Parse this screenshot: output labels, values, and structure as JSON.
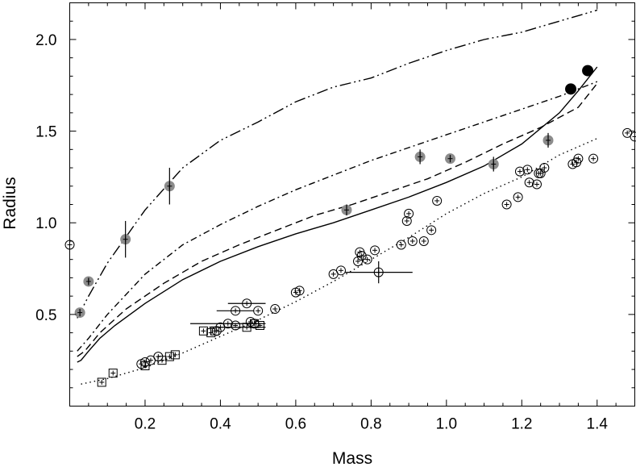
{
  "chart_data": {
    "type": "scatter",
    "title": "",
    "xlabel": "Mass",
    "ylabel": "Radius",
    "xlim": [
      0.0,
      1.5
    ],
    "ylim": [
      0.0,
      2.2
    ],
    "x_ticks": [
      0.2,
      0.4,
      0.6,
      0.8,
      1.0,
      1.2,
      1.4
    ],
    "x_tick_labels": [
      "0.2",
      "0.4",
      "0.6",
      "0.8",
      "1.0",
      "1.2",
      "1.4"
    ],
    "y_ticks": [
      0.5,
      1.0,
      1.5,
      2.0
    ],
    "y_tick_labels": [
      "0.5",
      "1.0",
      "1.5",
      "2.0"
    ],
    "grid": false,
    "legend": "none",
    "colors": {
      "ink": "#000000",
      "gray_marker": "#8c8c8c"
    },
    "curves": [
      {
        "style": "solid",
        "points": [
          [
            0.02,
            0.24
          ],
          [
            0.03,
            0.25
          ],
          [
            0.05,
            0.3
          ],
          [
            0.08,
            0.37
          ],
          [
            0.12,
            0.44
          ],
          [
            0.2,
            0.56
          ],
          [
            0.3,
            0.69
          ],
          [
            0.4,
            0.79
          ],
          [
            0.5,
            0.87
          ],
          [
            0.6,
            0.94
          ],
          [
            0.7,
            1.0
          ],
          [
            0.8,
            1.07
          ],
          [
            0.9,
            1.14
          ],
          [
            1.0,
            1.22
          ],
          [
            1.1,
            1.31
          ],
          [
            1.2,
            1.43
          ],
          [
            1.3,
            1.6
          ],
          [
            1.35,
            1.72
          ],
          [
            1.4,
            1.85
          ]
        ]
      },
      {
        "style": "dashed",
        "points": [
          [
            0.02,
            0.27
          ],
          [
            0.04,
            0.3
          ],
          [
            0.08,
            0.4
          ],
          [
            0.15,
            0.53
          ],
          [
            0.25,
            0.67
          ],
          [
            0.35,
            0.79
          ],
          [
            0.45,
            0.88
          ],
          [
            0.55,
            0.96
          ],
          [
            0.65,
            1.04
          ],
          [
            0.75,
            1.1
          ],
          [
            0.85,
            1.17
          ],
          [
            0.95,
            1.24
          ],
          [
            1.05,
            1.33
          ],
          [
            1.15,
            1.43
          ],
          [
            1.25,
            1.52
          ],
          [
            1.35,
            1.63
          ],
          [
            1.4,
            1.76
          ]
        ]
      },
      {
        "style": "dash-dot",
        "points": [
          [
            0.02,
            0.3
          ],
          [
            0.05,
            0.37
          ],
          [
            0.1,
            0.5
          ],
          [
            0.2,
            0.72
          ],
          [
            0.3,
            0.88
          ],
          [
            0.4,
            0.99
          ],
          [
            0.5,
            1.09
          ],
          [
            0.6,
            1.18
          ],
          [
            0.7,
            1.26
          ],
          [
            0.8,
            1.34
          ],
          [
            0.9,
            1.41
          ],
          [
            1.0,
            1.48
          ],
          [
            1.1,
            1.55
          ],
          [
            1.2,
            1.62
          ],
          [
            1.3,
            1.69
          ],
          [
            1.4,
            1.77
          ]
        ]
      },
      {
        "style": "dash-dot-dot",
        "points": [
          [
            0.02,
            0.48
          ],
          [
            0.05,
            0.6
          ],
          [
            0.1,
            0.78
          ],
          [
            0.2,
            1.07
          ],
          [
            0.3,
            1.3
          ],
          [
            0.4,
            1.45
          ],
          [
            0.5,
            1.55
          ],
          [
            0.6,
            1.66
          ],
          [
            0.7,
            1.74
          ],
          [
            0.8,
            1.79
          ],
          [
            0.9,
            1.87
          ],
          [
            1.0,
            1.94
          ],
          [
            1.1,
            2.0
          ],
          [
            1.2,
            2.04
          ],
          [
            1.3,
            2.1
          ],
          [
            1.4,
            2.16
          ]
        ]
      },
      {
        "style": "dotted",
        "points": [
          [
            0.03,
            0.12
          ],
          [
            0.1,
            0.15
          ],
          [
            0.2,
            0.21
          ],
          [
            0.3,
            0.29
          ],
          [
            0.4,
            0.38
          ],
          [
            0.5,
            0.47
          ],
          [
            0.6,
            0.57
          ],
          [
            0.7,
            0.68
          ],
          [
            0.8,
            0.8
          ],
          [
            0.9,
            0.92
          ],
          [
            1.0,
            1.05
          ],
          [
            1.1,
            1.16
          ],
          [
            1.2,
            1.25
          ],
          [
            1.3,
            1.37
          ],
          [
            1.4,
            1.46
          ]
        ]
      }
    ],
    "series": [
      {
        "marker": "gray-filled-circle",
        "points": [
          {
            "x": 0.027,
            "y": 0.51,
            "yerr": 0.02
          },
          {
            "x": 0.05,
            "y": 0.68,
            "yerr": 0.02
          },
          {
            "x": 0.148,
            "y": 0.91,
            "yerr": 0.1
          },
          {
            "x": 0.265,
            "y": 1.2,
            "yerr": 0.1
          },
          {
            "x": 0.735,
            "y": 1.07,
            "yerr": 0.03
          },
          {
            "x": 0.93,
            "y": 1.36,
            "yerr": 0.04
          },
          {
            "x": 1.01,
            "y": 1.35,
            "yerr": 0.02
          },
          {
            "x": 1.125,
            "y": 1.32,
            "yerr": 0.04
          },
          {
            "x": 1.27,
            "y": 1.45,
            "yerr": 0.04
          }
        ]
      },
      {
        "marker": "black-filled-circle",
        "points": [
          {
            "x": 1.33,
            "y": 1.73
          },
          {
            "x": 1.375,
            "y": 1.83
          }
        ]
      },
      {
        "marker": "open-circle-with-errors",
        "points": [
          {
            "x": 0.0,
            "y": 0.88
          },
          {
            "x": 0.19,
            "y": 0.23
          },
          {
            "x": 0.2,
            "y": 0.24
          },
          {
            "x": 0.215,
            "y": 0.25
          },
          {
            "x": 0.235,
            "y": 0.27
          },
          {
            "x": 0.39,
            "y": 0.41
          },
          {
            "x": 0.4,
            "y": 0.43,
            "xerr": 0.03
          },
          {
            "x": 0.42,
            "y": 0.45,
            "xerr": 0.1
          },
          {
            "x": 0.44,
            "y": 0.44
          },
          {
            "x": 0.44,
            "y": 0.52,
            "xerr": 0.05
          },
          {
            "x": 0.47,
            "y": 0.56,
            "xerr": 0.05
          },
          {
            "x": 0.48,
            "y": 0.46
          },
          {
            "x": 0.49,
            "y": 0.45
          },
          {
            "x": 0.5,
            "y": 0.52
          },
          {
            "x": 0.545,
            "y": 0.53
          },
          {
            "x": 0.6,
            "y": 0.62
          },
          {
            "x": 0.61,
            "y": 0.63
          },
          {
            "x": 0.7,
            "y": 0.72
          },
          {
            "x": 0.72,
            "y": 0.74
          },
          {
            "x": 0.765,
            "y": 0.79
          },
          {
            "x": 0.77,
            "y": 0.84
          },
          {
            "x": 0.775,
            "y": 0.82
          },
          {
            "x": 0.79,
            "y": 0.8
          },
          {
            "x": 0.81,
            "y": 0.85
          },
          {
            "x": 0.82,
            "y": 0.73,
            "xerr": 0.09,
            "yerr": 0.06
          },
          {
            "x": 0.88,
            "y": 0.88
          },
          {
            "x": 0.895,
            "y": 1.01
          },
          {
            "x": 0.9,
            "y": 1.05
          },
          {
            "x": 0.91,
            "y": 0.9
          },
          {
            "x": 0.94,
            "y": 0.9
          },
          {
            "x": 0.96,
            "y": 0.96
          },
          {
            "x": 0.975,
            "y": 1.12
          },
          {
            "x": 1.16,
            "y": 1.1
          },
          {
            "x": 1.19,
            "y": 1.14
          },
          {
            "x": 1.195,
            "y": 1.28
          },
          {
            "x": 1.215,
            "y": 1.29
          },
          {
            "x": 1.22,
            "y": 1.22
          },
          {
            "x": 1.24,
            "y": 1.21
          },
          {
            "x": 1.245,
            "y": 1.27
          },
          {
            "x": 1.25,
            "y": 1.27
          },
          {
            "x": 1.26,
            "y": 1.3
          },
          {
            "x": 1.335,
            "y": 1.32
          },
          {
            "x": 1.345,
            "y": 1.33
          },
          {
            "x": 1.35,
            "y": 1.35
          },
          {
            "x": 1.39,
            "y": 1.35
          },
          {
            "x": 1.48,
            "y": 1.49
          },
          {
            "x": 1.5,
            "y": 1.47
          }
        ]
      },
      {
        "marker": "open-square-with-errors",
        "points": [
          {
            "x": 0.085,
            "y": 0.13
          },
          {
            "x": 0.115,
            "y": 0.18
          },
          {
            "x": 0.2,
            "y": 0.22
          },
          {
            "x": 0.245,
            "y": 0.25
          },
          {
            "x": 0.265,
            "y": 0.27
          },
          {
            "x": 0.28,
            "y": 0.28
          },
          {
            "x": 0.355,
            "y": 0.41
          },
          {
            "x": 0.375,
            "y": 0.4
          },
          {
            "x": 0.385,
            "y": 0.41
          },
          {
            "x": 0.47,
            "y": 0.43,
            "xerr": 0.05
          },
          {
            "x": 0.49,
            "y": 0.45
          },
          {
            "x": 0.505,
            "y": 0.44
          }
        ]
      }
    ]
  }
}
